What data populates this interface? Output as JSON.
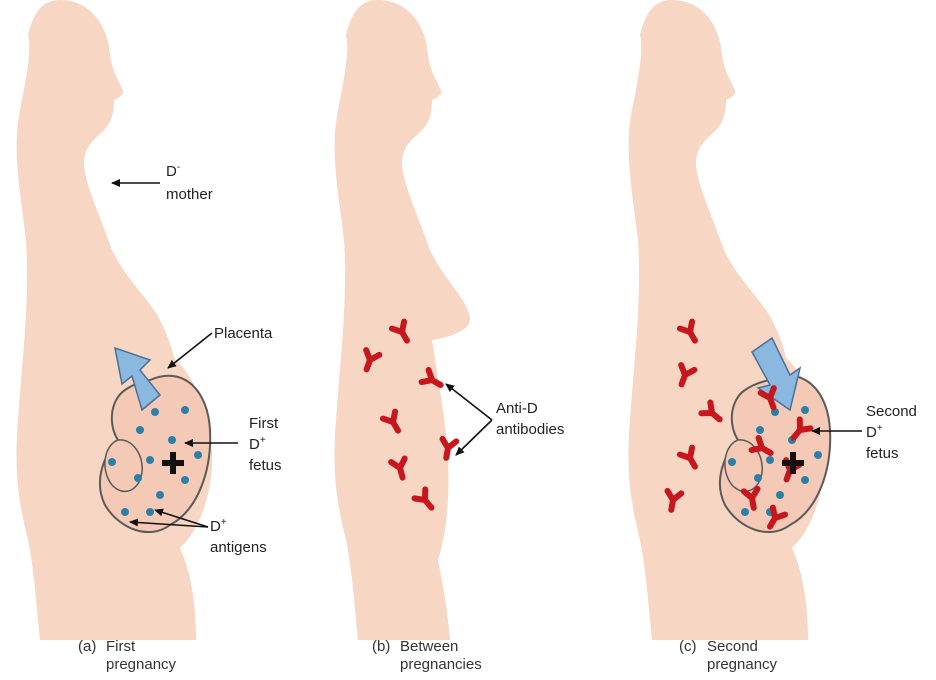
{
  "colors": {
    "skin": "#f7d6c4",
    "outline": "#5a5a5a",
    "antibody": "#c8161d",
    "antigen": "#2d7fa8",
    "placenta_arrow": "#8ab8de",
    "background": "#ffffff"
  },
  "labels": {
    "d_neg": "D",
    "d_neg_sup": "-",
    "mother": "mother",
    "placenta": "Placenta",
    "first": "First",
    "d_pos_a": "D",
    "d_pos_sup_a": "+",
    "fetus_a": "fetus",
    "d_pos_b": "D",
    "d_pos_sup_b": "+",
    "antigens": "antigens",
    "anti_d": "Anti-D",
    "antibodies": "antibodies",
    "second": "Second",
    "d_pos_c": "D",
    "d_pos_sup_c": "+",
    "fetus_c": "fetus"
  },
  "captions": {
    "a_letter": "(a)",
    "a_line1": "First",
    "a_line2": "pregnancy",
    "b_letter": "(b)",
    "b_line1": "Between",
    "b_line2": "pregnancies",
    "c_letter": "(c)",
    "c_line1": "Second",
    "c_line2": "pregnancy"
  },
  "icons": {
    "antibody": "y-shaped-antibody-icon",
    "antigen": "dot-antigen-icon",
    "rh_positive": "plus-icon",
    "transfer": "arrow-icon"
  }
}
